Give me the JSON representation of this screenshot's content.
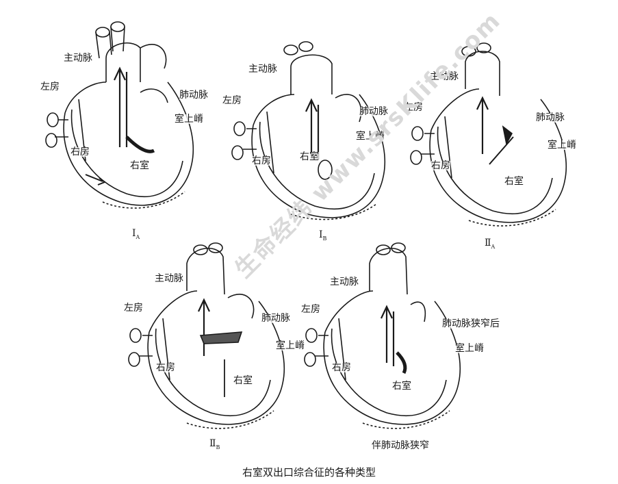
{
  "labels": {
    "aorta": "主动脉",
    "left_atrium": "左房",
    "pulmonary_artery": "肺动脉",
    "crista": "室上嵴",
    "right_atrium": "右房",
    "right_ventricle": "右室",
    "post_stenotic": "肺动脉狭窄后"
  },
  "captions": {
    "ia_main": "Ⅰ",
    "ia_sub": "A",
    "ib_main": "Ⅰ",
    "ib_sub": "B",
    "iia_main": "Ⅱ",
    "iia_sub": "A",
    "iib_main": "Ⅱ",
    "iib_sub": "B",
    "stenosis": "伴肺动脉狭窄"
  },
  "figure_caption": "右室双出口综合征的各种类型",
  "watermark": "生命经纬 www.srsKlife.com"
}
